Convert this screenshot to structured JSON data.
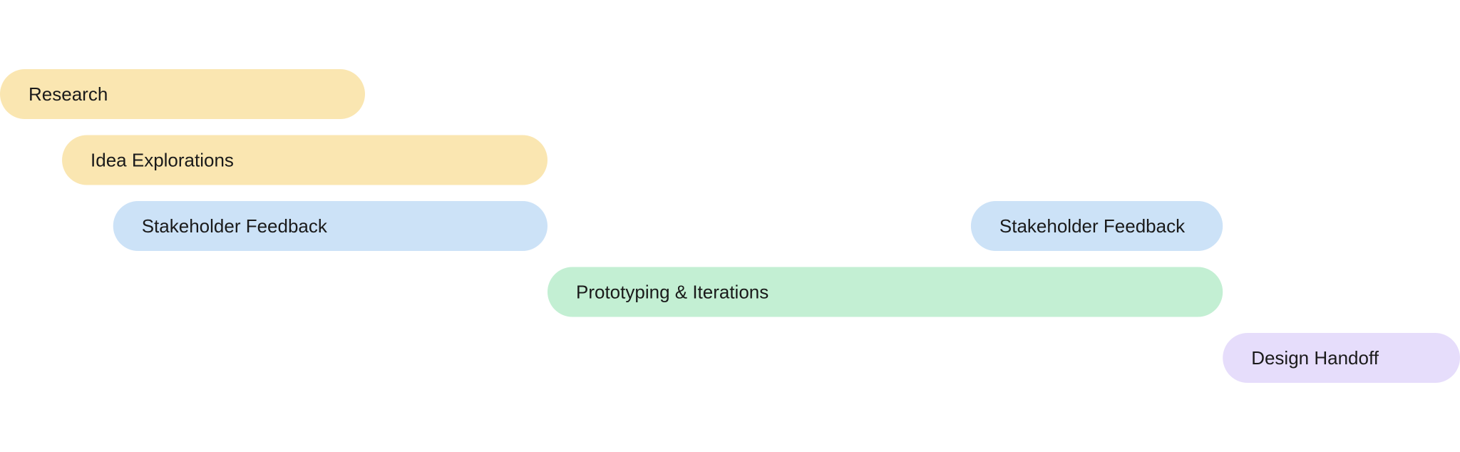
{
  "chart_data": {
    "type": "gantt",
    "grid": true,
    "columns": 4,
    "rows": [
      {
        "label": "Research",
        "start": 0,
        "end": 1,
        "color": "#FAE6B1"
      },
      {
        "label": "Idea Explorations",
        "start": 0.17,
        "end": 1.5,
        "color": "#FAE6B1"
      },
      {
        "label": "Stakeholder Feedback",
        "start": 0.31,
        "end": 1.5,
        "color": "#CCE2F7"
      },
      {
        "label": "Prototyping & Iterations",
        "start": 1.5,
        "end": 3.35,
        "color": "#C3EFD3"
      },
      {
        "label": "Design Handoff",
        "start": 3.35,
        "end": 4,
        "color": "#E6DDFB"
      }
    ],
    "extra_bars": [
      {
        "label": "Stakeholder Feedback",
        "row": 2,
        "start": 2.66,
        "end": 3.35,
        "color": "#CCE2F7"
      }
    ]
  }
}
